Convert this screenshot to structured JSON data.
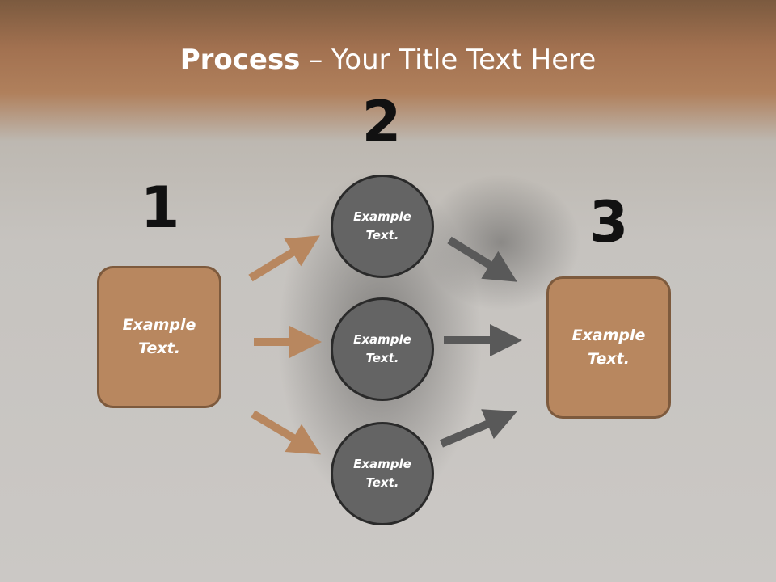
{
  "slide": {
    "title_bold": "Process",
    "title_rest": " – Your Title Text Here"
  },
  "steps": {
    "one": {
      "number": "1",
      "box_text": "Example Text."
    },
    "two": {
      "number": "2",
      "circles": [
        "Example Text.",
        "Example Text.",
        "Example Text."
      ]
    },
    "three": {
      "number": "3",
      "box_text": "Example Text."
    }
  },
  "colors": {
    "box_fill": "#b8875f",
    "box_border": "#7d5a3d",
    "circle_fill": "#646464",
    "circle_border": "#2a2a2a",
    "arrow_brown": "#b8875f",
    "arrow_gray": "#595959",
    "title_text": "#ffffff"
  }
}
